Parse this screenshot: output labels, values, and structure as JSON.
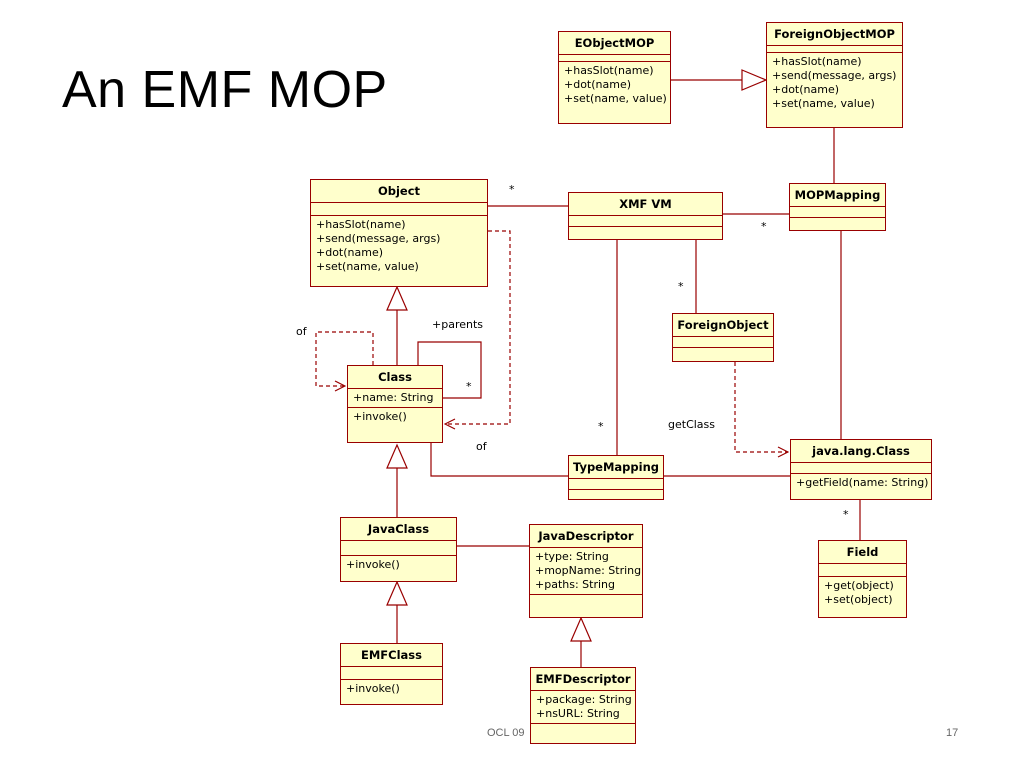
{
  "title": "An EMF MOP",
  "footer": {
    "left": "OCL 09",
    "page": "17"
  },
  "classes": {
    "eobjectmop": {
      "name": "EObjectMOP",
      "ops": [
        "+hasSlot(name)",
        "+dot(name)",
        "+set(name, value)"
      ]
    },
    "foreignobjectmop": {
      "name": "ForeignObjectMOP",
      "ops": [
        "+hasSlot(name)",
        "+send(message, args)",
        "+dot(name)",
        "+set(name, value)"
      ]
    },
    "object": {
      "name": "Object",
      "ops": [
        "+hasSlot(name)",
        "+send(message, args)",
        "+dot(name)",
        "+set(name, value)"
      ]
    },
    "xmfvm": {
      "name": "XMF VM"
    },
    "mopmapping": {
      "name": "MOPMapping"
    },
    "foreignobject": {
      "name": "ForeignObject"
    },
    "class": {
      "name": "Class",
      "attrs": [
        "+name: String"
      ],
      "ops": [
        "+invoke()"
      ]
    },
    "typemapping": {
      "name": "TypeMapping"
    },
    "javalangclass": {
      "name": "java.lang.Class",
      "ops": [
        "+getField(name: String)"
      ]
    },
    "javaclass": {
      "name": "JavaClass",
      "ops": [
        "+invoke()"
      ]
    },
    "javadescriptor": {
      "name": "JavaDescriptor",
      "attrs": [
        "+type: String",
        "+mopName: String",
        "+paths: String"
      ]
    },
    "field": {
      "name": "Field",
      "ops": [
        "+get(object)",
        "+set(object)"
      ]
    },
    "emfclass": {
      "name": "EMFClass",
      "ops": [
        "+invoke()"
      ]
    },
    "emfdescriptor": {
      "name": "EMFDescriptor",
      "attrs": [
        "+package: String",
        "+nsURL: String"
      ]
    }
  },
  "labels": {
    "of_left": "of",
    "parents": "+parents",
    "star": "*",
    "of_bottom": "of",
    "getclass": "getClass"
  },
  "colors": {
    "box_fill": "#ffffcc",
    "box_border": "#990000",
    "line": "#990000"
  }
}
